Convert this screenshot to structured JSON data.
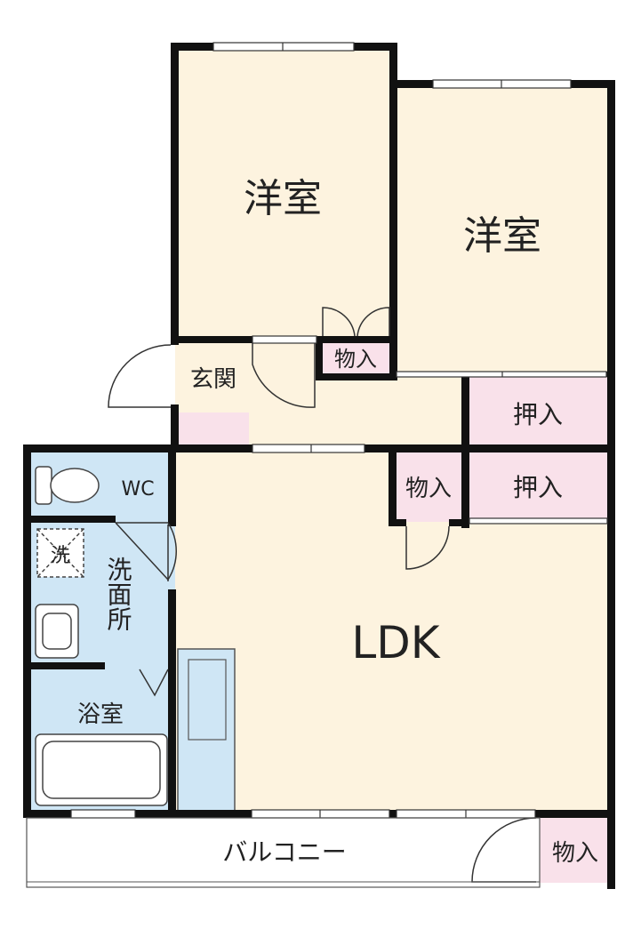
{
  "rooms": {
    "western1": "洋室",
    "western2": "洋室",
    "ldk": "LDK",
    "entrance": "玄関",
    "wc": "WC",
    "washroom": "洗面所",
    "washer": "洗",
    "bath": "浴室",
    "balcony": "バルコニー",
    "storage_top": "物入",
    "storage_mid": "物入",
    "storage_balcony": "物入",
    "closet1": "押入",
    "closet2": "押入"
  },
  "colors": {
    "floor": "#fdf3df",
    "wet": "#cfe6f5",
    "closet": "#f9e1ea",
    "wall": "#111111",
    "kitchen": "#cfe6f5"
  }
}
